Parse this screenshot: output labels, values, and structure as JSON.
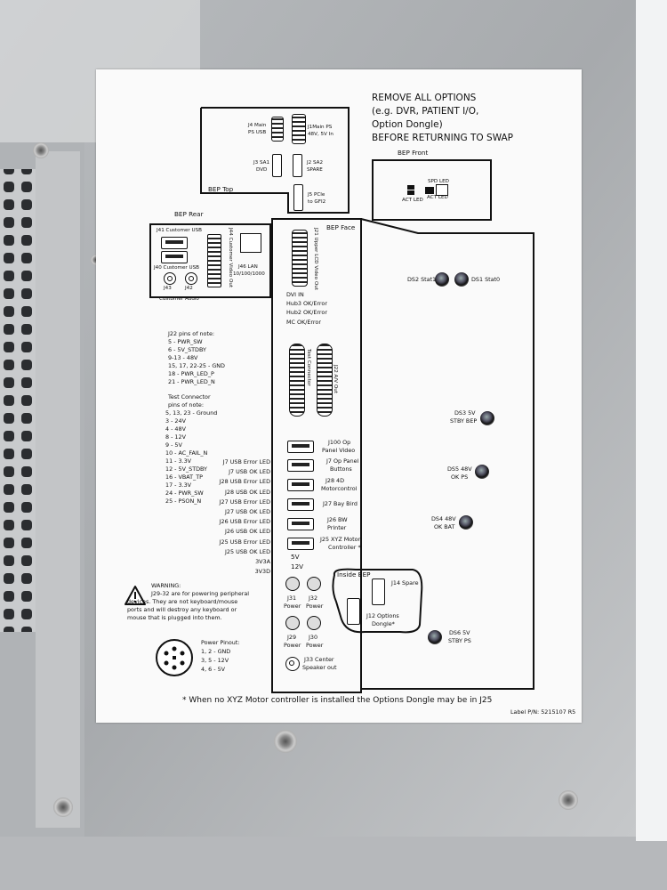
{
  "header": {
    "line1": "REMOVE ALL OPTIONS",
    "line2": "(e.g. DVR, PATIENT I/O,",
    "line3": "Option Dongle)",
    "line4": "BEFORE RETURNING TO SWAP"
  },
  "bep_top": {
    "title": "BEP Top",
    "j4": [
      "J4 Main",
      "PS USB"
    ],
    "j1": [
      "J1Main PS",
      "48V, 5V In"
    ],
    "j3": [
      "J3 SA1",
      "DVD"
    ],
    "j2": [
      "J2 SA2",
      "SPARE"
    ],
    "j5": [
      "J5 PCIe",
      "to GFI2"
    ]
  },
  "bep_front": {
    "title": "BEP Front",
    "spd": "SPD LED",
    "act1": "ACT LED",
    "act2": "ACT LED"
  },
  "bep_rear": {
    "title": "BEP Rear",
    "j41": "J41 Customer USB",
    "j40": "J40 Customer USB",
    "j44": "J44 Customer Video Out",
    "j46": [
      "J46 LAN",
      "10/100/1000"
    ],
    "j43": "J43",
    "j42": "J42",
    "audio": "Customer Audio"
  },
  "bep_face": {
    "title": "BEP Face",
    "j21": "J21 Upper LCD Video Out",
    "leds": [
      "DVI IN",
      "Hub3 OK/Error",
      "Hub2 OK/Error",
      "MC OK/Error"
    ],
    "test_connector": "Test Connector",
    "j22": "J22 A/V Out",
    "ports": [
      [
        "J100 Op",
        "Panel Video"
      ],
      [
        "J7 Op Panel",
        "Buttons"
      ],
      [
        "J28 4D",
        "Motorcontrol"
      ],
      [
        "J27 Bay Bird"
      ],
      [
        "J26 BW",
        "Printer"
      ],
      [
        "J25 XYZ Motor",
        "Controller *"
      ]
    ],
    "v5": "5V",
    "v12": "12V",
    "j31": [
      "J31",
      "Power"
    ],
    "j32": [
      "J32",
      "Power"
    ],
    "j29": [
      "J29",
      "Power"
    ],
    "j30": [
      "J30",
      "Power"
    ],
    "j33": [
      "J33 Center",
      "Speaker out"
    ]
  },
  "inside_bep": {
    "title": "Inside BEP",
    "j14": "J14 Spare",
    "j12": [
      "J12 Options",
      "Dongle*"
    ]
  },
  "status_leds": {
    "ds2": "DS2 Stat1",
    "ds1": "DS1 Stat0",
    "ds3": [
      "DS3 5V",
      "STBY BEP"
    ],
    "ds5": [
      "DS5 48V",
      "OK PS"
    ],
    "ds4": [
      "DS4 48V",
      "OK BAT"
    ],
    "ds6": [
      "DS6 5V",
      "STBY PS"
    ]
  },
  "j22_pins": {
    "title": "J22 pins of note:",
    "items": [
      "5 - PWR_SW",
      "6 - 5V_STDBY",
      "9-13 - 48V",
      "15, 17, 22-25 - GND",
      "18 - PWR_LED_P",
      "21 - PWR_LED_N"
    ]
  },
  "test_pins": {
    "title1": "Test Connector",
    "title2": "pins of note:",
    "items": [
      "5, 13, 23 - Ground",
      "3 - 24V",
      "4 - 48V",
      "8 - 12V",
      "9 - 5V",
      "10 - AC_FAIL_N",
      "11 - 3.3V",
      "12 - 5V_STDBY",
      "16 - VBAT_TP",
      "17 - 3.3V",
      "24 - PWR_SW",
      "25 - PSON_N"
    ]
  },
  "usb_leds": [
    "J7 USB Error LED",
    "J7 USB OK LED",
    "J28 USB Error LED",
    "J28 USB OK LED",
    "J27 USB Error LED",
    "J27 USB OK LED",
    "J26 USB Error LED",
    "J26 USB OK LED",
    "J25 USB Error LED",
    "J25 USB OK LED",
    "3V3A",
    "3V3D"
  ],
  "warning": {
    "lines": [
      "WARNING:",
      "J29-32 are for powering peripheral",
      "devices. They are not keyboard/mouse",
      "ports and will destroy any keyboard or",
      "mouse that is plugged into them."
    ]
  },
  "power_pinout": {
    "lines": [
      "Power Pinout:",
      "1, 2 - GND",
      "3, 5 - 12V",
      "4, 6 - 5V"
    ]
  },
  "footnote": "* When no XYZ Motor controller is installed the Options Dongle may be in J25",
  "part_number": "Label P/N: 5215107 R5"
}
